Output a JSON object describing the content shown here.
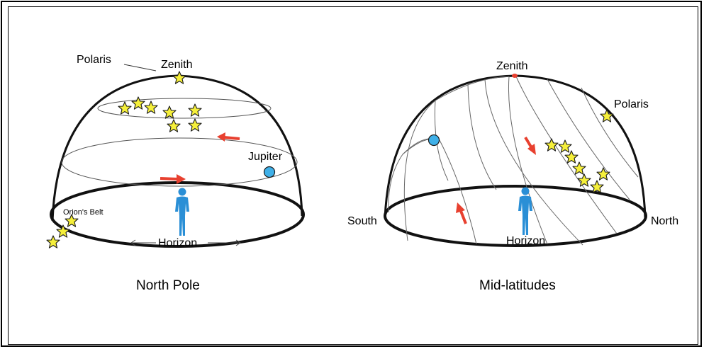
{
  "left_diagram": {
    "caption": "North Pole",
    "labels": {
      "polaris": "Polaris",
      "zenith": "Zenith",
      "jupiter": "Jupiter",
      "orions_belt": "Orion's Belt",
      "horizon": "Horizon"
    }
  },
  "right_diagram": {
    "caption": "Mid-latitudes",
    "labels": {
      "zenith": "Zenith",
      "polaris": "Polaris",
      "south": "South",
      "north": "North",
      "horizon": "Horizon"
    }
  },
  "colors": {
    "star_fill": "#f5ef3a",
    "planet_fill": "#3fb0e8",
    "arrow": "#e8402f",
    "person": "#2a8fd6",
    "zenith_dot": "#e8402f"
  }
}
